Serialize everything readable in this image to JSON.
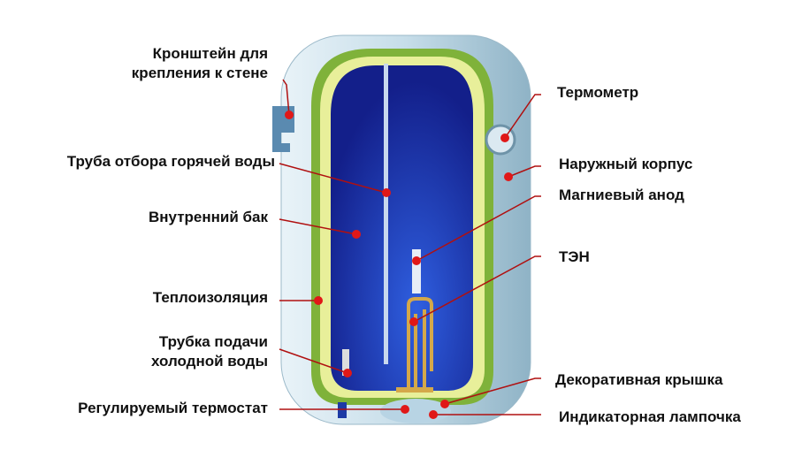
{
  "labels": {
    "bracket": [
      "Кронштейн для",
      "крепления к стене"
    ],
    "hot_pipe": "Труба отбора горячей воды",
    "inner_tank": "Внутренний бак",
    "insulation": "Теплоизоляция",
    "cold_pipe": [
      "Трубка подачи",
      "холодной воды"
    ],
    "thermostat": "Регулируемый термостат",
    "thermometer": "Термометр",
    "outer_case": "Наружный корпус",
    "anode": "Магниевый анод",
    "heater": "ТЭН",
    "cover": "Декоративная крышка",
    "lamp": "Индикаторная лампочка"
  },
  "colors": {
    "leader": "#b01010",
    "dot": "#e01818",
    "tank": "#1a2fa0",
    "insulation": "#c9e05a",
    "body": "#cfe3ee"
  }
}
